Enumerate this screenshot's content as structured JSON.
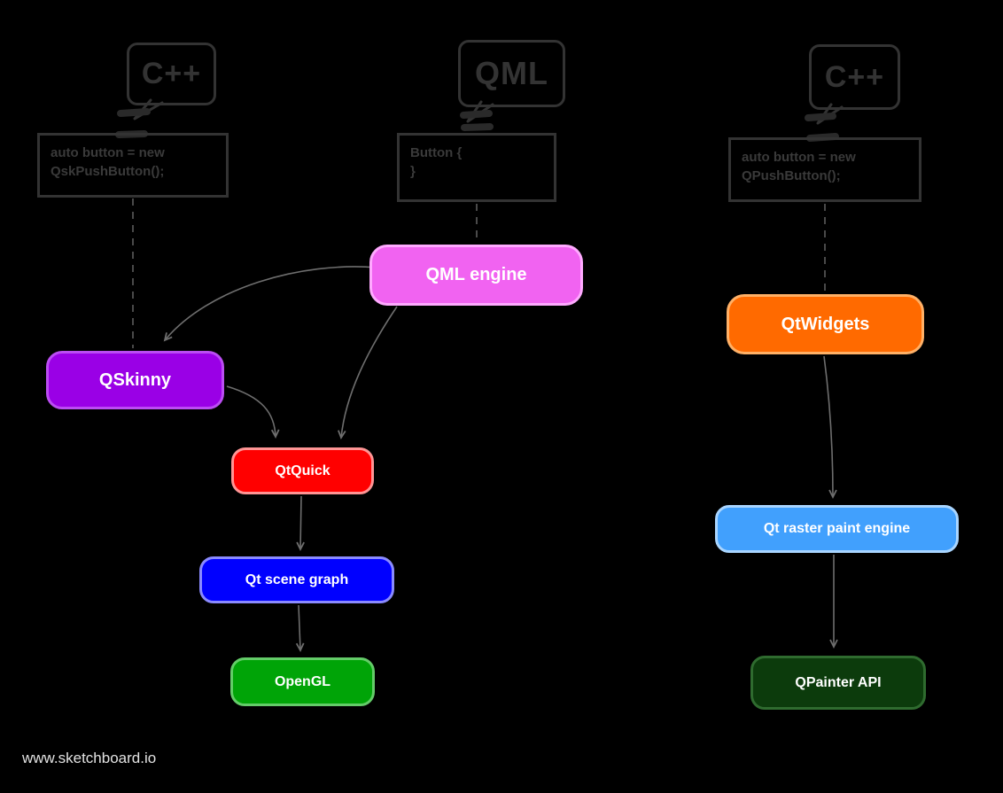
{
  "colors": {
    "background": "#000000",
    "sketch": "#333333",
    "code_text": "#3a3a3a",
    "dashed": "#4a4a4a",
    "arrow": "#6e6e6e",
    "node_text": "#ffffff",
    "watermark": "#e2e2e2"
  },
  "bubbles": [
    {
      "id": "cpp-left",
      "label": "C++"
    },
    {
      "id": "qml",
      "label": "QML"
    },
    {
      "id": "cpp-right",
      "label": "C++"
    }
  ],
  "code_boxes": [
    {
      "id": "code-left",
      "lines": [
        "auto button = new",
        "QskPushButton();"
      ]
    },
    {
      "id": "code-middle",
      "lines": [
        "Button {",
        "}"
      ]
    },
    {
      "id": "code-right",
      "lines": [
        "auto button = new",
        "QPushButton();"
      ]
    }
  ],
  "nodes": {
    "qml_engine": {
      "label": "QML engine",
      "fill": "#f163f1",
      "border": "#ffaaff"
    },
    "qskinny": {
      "label": "QSkinny",
      "fill": "#9a00e6",
      "border": "#bb4df2"
    },
    "qtquick": {
      "label": "QtQuick",
      "fill": "#ff0000",
      "border": "#ff9494"
    },
    "scene_graph": {
      "label": "Qt scene graph",
      "fill": "#0000ff",
      "border": "#8a8aff"
    },
    "opengl": {
      "label": "OpenGL",
      "fill": "#00a407",
      "border": "#63cc68"
    },
    "qtwidgets": {
      "label": "QtWidgets",
      "fill": "#ff6a00",
      "border": "#ffb066"
    },
    "raster": {
      "label": "Qt raster paint engine",
      "fill": "#41a0fd",
      "border": "#a9d5ff"
    },
    "qpainter": {
      "label": "QPainter API",
      "fill": "#0c3b0c",
      "border": "#2f6b2f"
    }
  },
  "edges": [
    {
      "from": "code-left",
      "to": "qskinny",
      "style": "dashed"
    },
    {
      "from": "code-middle",
      "to": "qml_engine",
      "style": "dashed"
    },
    {
      "from": "code-right",
      "to": "qtwidgets",
      "style": "dashed"
    },
    {
      "from": "qml_engine",
      "to": "qskinny",
      "style": "arrow"
    },
    {
      "from": "qml_engine",
      "to": "qtquick",
      "style": "arrow"
    },
    {
      "from": "qskinny",
      "to": "qtquick",
      "style": "arrow"
    },
    {
      "from": "qtquick",
      "to": "scene_graph",
      "style": "arrow"
    },
    {
      "from": "scene_graph",
      "to": "opengl",
      "style": "arrow"
    },
    {
      "from": "qtwidgets",
      "to": "raster",
      "style": "arrow"
    },
    {
      "from": "raster",
      "to": "qpainter",
      "style": "arrow"
    }
  ],
  "watermark": "www.sketchboard.io"
}
